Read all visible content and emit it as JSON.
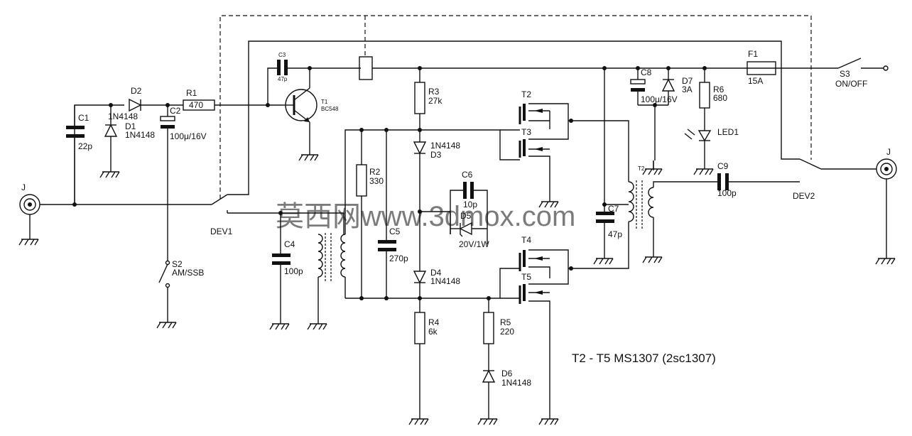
{
  "labels": {
    "j_left": "J",
    "j_right": "J",
    "c1": "C1",
    "c1_val": "22p",
    "d2": "D2",
    "d2_val": "1N4148",
    "d1": "D1",
    "d1_val": "1N4148",
    "r1": "R1",
    "r1_val": "470",
    "c2": "C2",
    "c2_val": "100μ/16V",
    "c3": "C3",
    "c3_val": "47p",
    "t1": "T1",
    "t1_val": "BC548",
    "dev1": "DEV1",
    "s2": "S2",
    "s2_val": "AM/SSB",
    "c4": "C4",
    "c4_val": "100p",
    "r2": "R2",
    "r2_val": "330",
    "c5": "C5",
    "c5_val": "270p",
    "r3": "R3",
    "r3_val": "27k",
    "d3_val": "1N4148",
    "d3": "D3",
    "c6": "C6",
    "c6_val": "10p",
    "d5": "D5",
    "d5_val": "20V/1W",
    "d4": "D4",
    "d4_val": "1N4148",
    "r4": "R4",
    "r4_val": "6k",
    "r5": "R5",
    "r5_val": "220",
    "d6": "D6",
    "d6_val": "1N4148",
    "t2": "T2",
    "t3": "T3",
    "t4": "T4",
    "t5": "T5",
    "c7": "C7",
    "c7_val": "47p",
    "c8": "C8",
    "c8_val": "100μ/16V",
    "d7": "D7",
    "d7_val": "3A",
    "r6": "R6",
    "r6_val": "680",
    "led1": "LED1",
    "f1": "F1",
    "f1_val": "15A",
    "s3": "S3",
    "s3_val": "ON/OFF",
    "c9": "C9",
    "c9_val": "100p",
    "dev2": "DEV2",
    "tr2": "T2",
    "note": "T2 - T5 MS1307 (2sc1307)"
  },
  "watermark": "莫西网www.3dmox.com"
}
